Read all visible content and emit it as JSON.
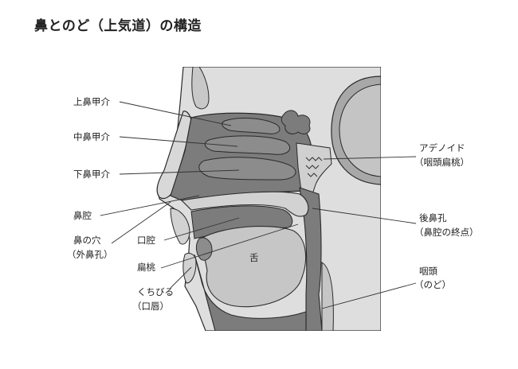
{
  "title": "鼻とのど（上気道）の構造",
  "labels": {
    "upper_turbinate": "上鼻甲介",
    "middle_turbinate": "中鼻甲介",
    "lower_turbinate": "下鼻甲介",
    "nasal_cavity": "鼻腔",
    "nostril_1": "鼻の穴",
    "nostril_2": "（外鼻孔）",
    "oral_cavity": "口腔",
    "tonsil": "扁桃",
    "lips_1": "くちびる",
    "lips_2": "（口唇）",
    "tongue": "舌",
    "adenoid_1": "アデノイド",
    "adenoid_2": "（咽頭扁桃）",
    "choana_1": "後鼻孔",
    "choana_2": "（鼻腔の終点）",
    "pharynx_1": "咽頭",
    "pharynx_2": "（のど）"
  },
  "colors": {
    "tissue_dark": "#7a7a7a",
    "tissue_mid": "#a9a9a9",
    "tissue_light": "#d3d3d3",
    "outline": "#2a2a2a"
  }
}
